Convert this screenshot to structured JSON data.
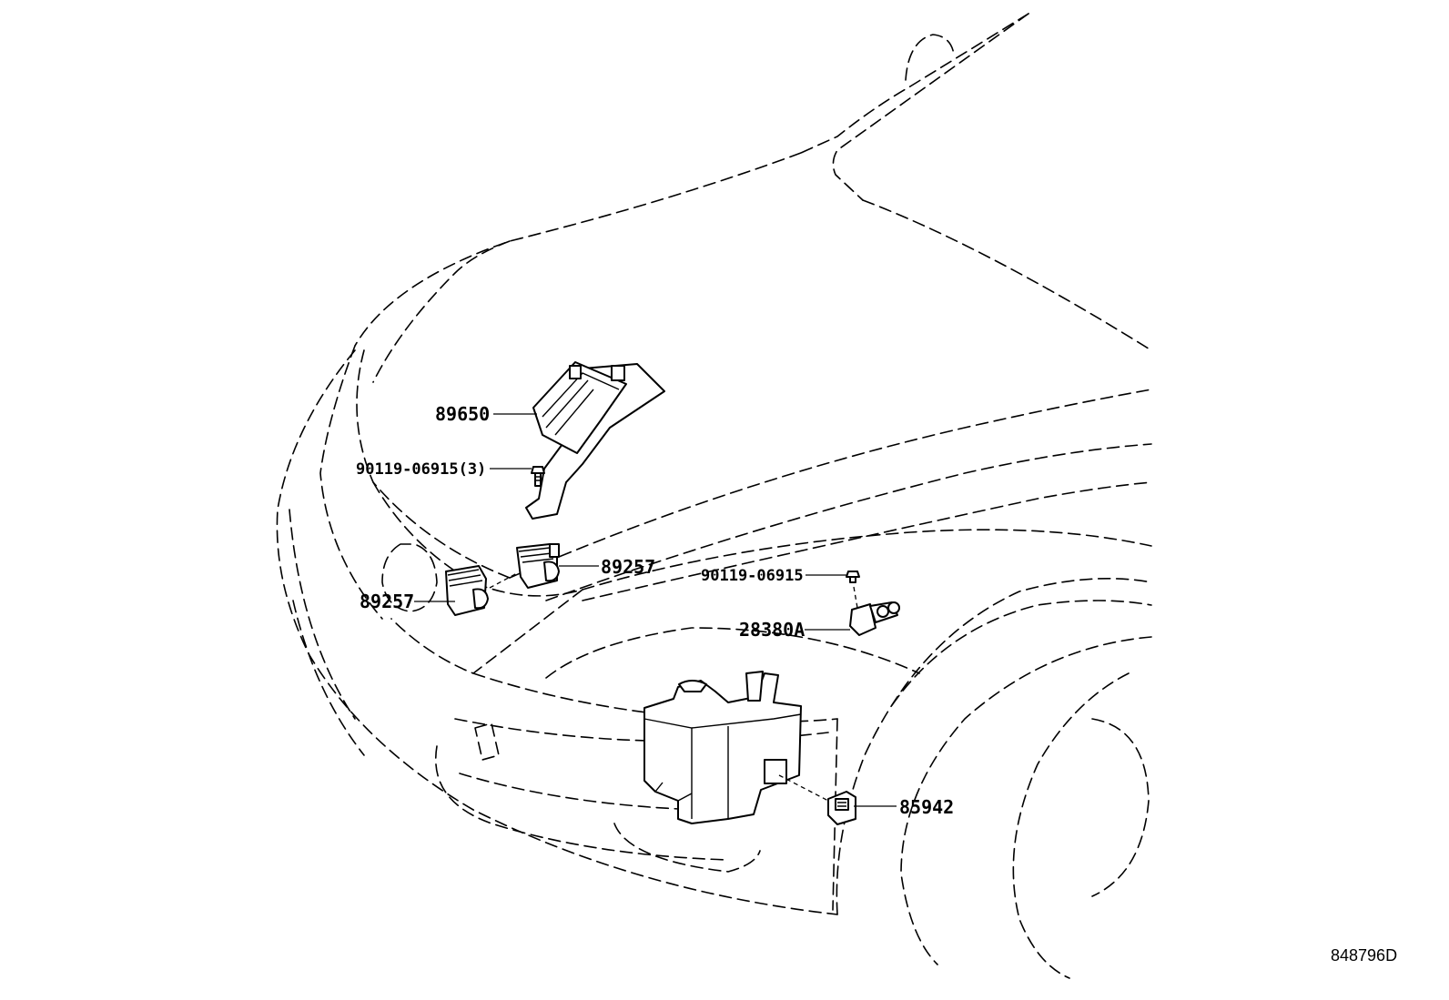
{
  "callouts": {
    "ecu_89650": "89650",
    "bolt_90119_06915_3": "90119-06915(3)",
    "sensor_89257_right": "89257",
    "sensor_89257_left": "89257",
    "bolt_90119_06915": "90119-06915",
    "sensor_28380a": "28380A",
    "connector_85942": "85942"
  },
  "illustration_id": "848796D",
  "colors": {
    "line": "#000000",
    "background": "#ffffff"
  }
}
